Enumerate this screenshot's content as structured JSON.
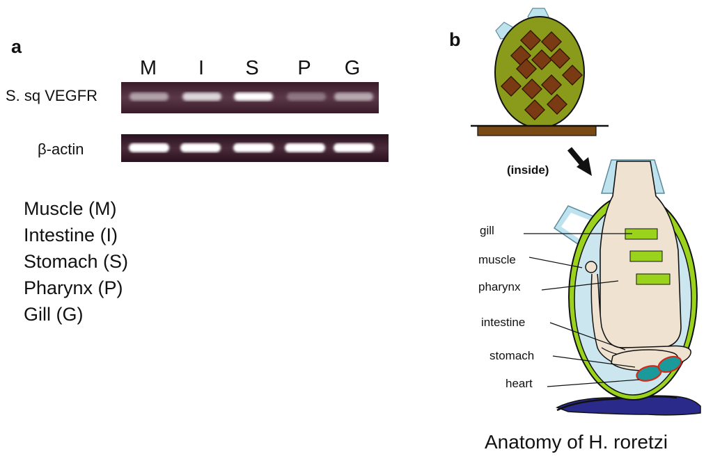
{
  "panel_a": {
    "label": "a",
    "lanes": [
      "M",
      "I",
      "S",
      "P",
      "G"
    ],
    "rows": [
      {
        "label": "S. sq VEGFR",
        "band_intensity": [
          0.45,
          0.75,
          1.0,
          0.2,
          0.5
        ]
      },
      {
        "label": "β-actin",
        "band_intensity": [
          1.0,
          1.0,
          1.0,
          1.0,
          1.0
        ]
      }
    ],
    "legend": [
      "Muscle (M)",
      "Intestine (I)",
      "Stomach (S)",
      "Pharynx (P)",
      "Gill (G)"
    ]
  },
  "panel_b": {
    "label": "b",
    "inside_label": "(inside)",
    "labels": [
      "gill",
      "muscle",
      "pharynx",
      "intestine",
      "stomach",
      "heart"
    ],
    "caption": "Anatomy of H. roretzi",
    "colors": {
      "tunic_outer": "#8a9a1a",
      "tunic_patch": "#7a3a14",
      "siphon": "#bfe3ee",
      "ground": "#7a4a14",
      "mantle": "#9bd21c",
      "body_fill": "#f0e2d0",
      "cavity": "#cbe6ee",
      "gill_slot": "#9bd21c",
      "heart": "#1a9a9a",
      "heart_outline": "#d02a1a",
      "rock": "#2a2a8a"
    }
  }
}
